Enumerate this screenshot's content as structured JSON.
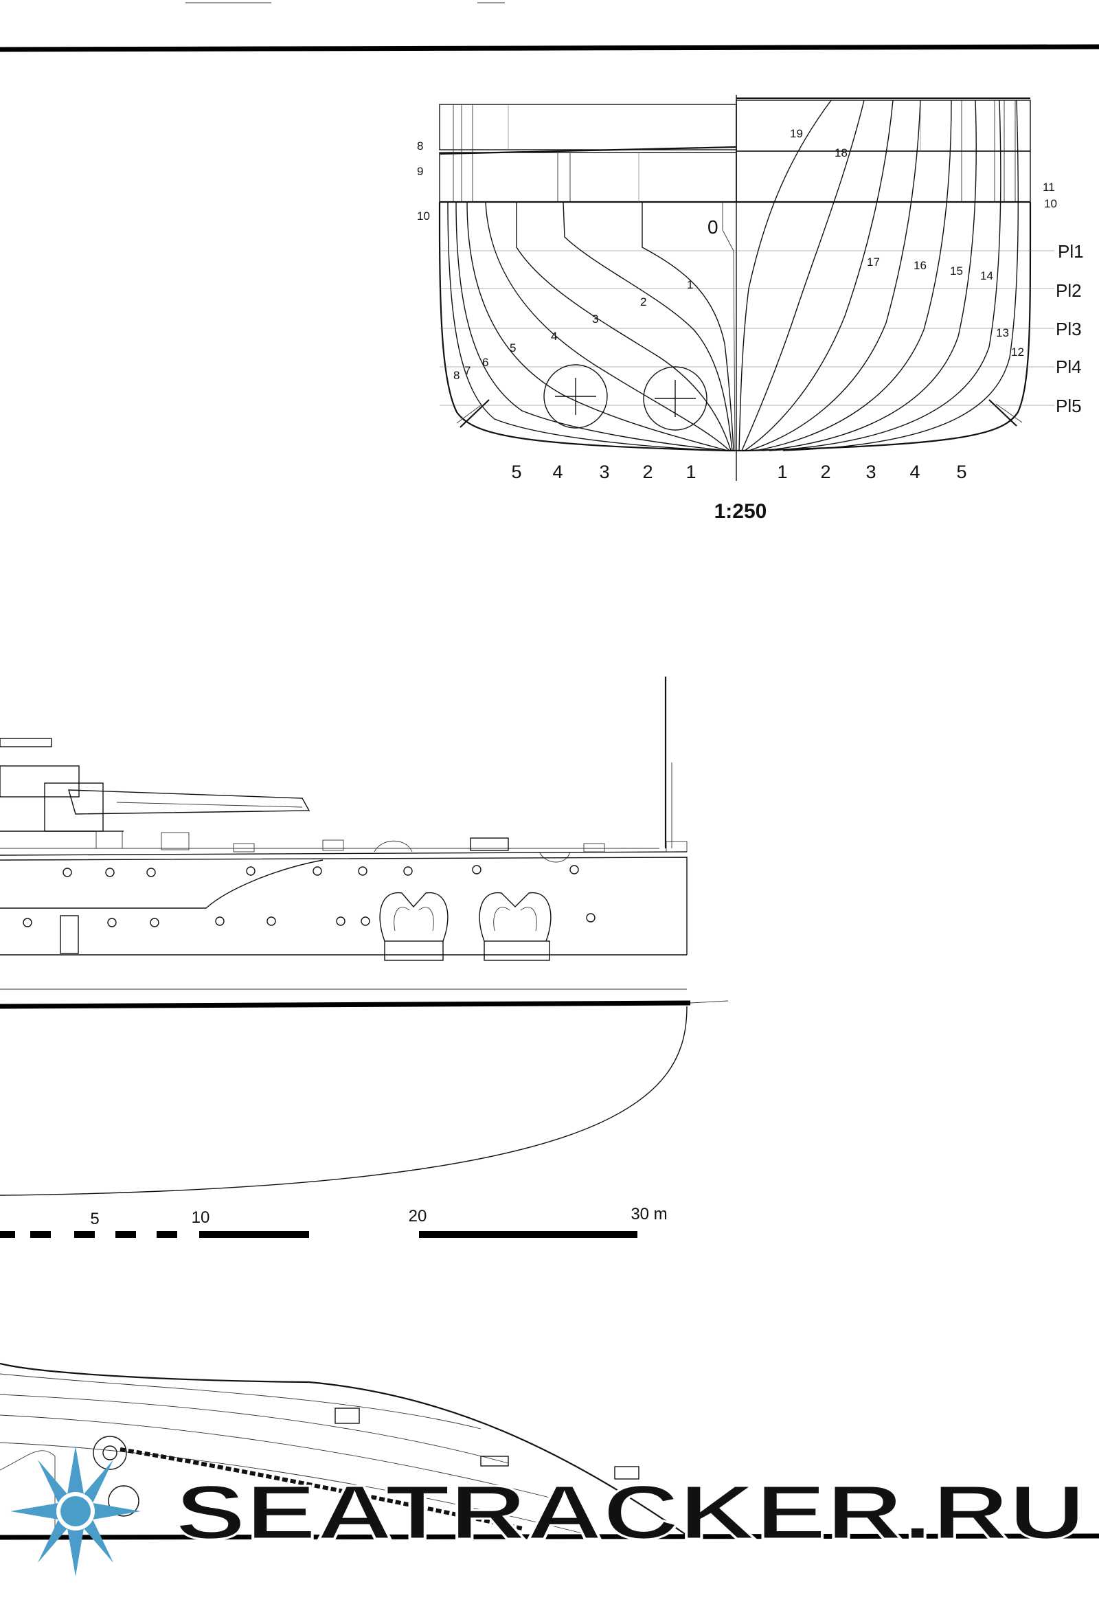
{
  "body_plan": {
    "station_labels_left": [
      "5",
      "4",
      "3",
      "2",
      "1"
    ],
    "station_labels_right": [
      "1",
      "2",
      "3",
      "4",
      "5"
    ],
    "center_label": "0",
    "section_numbers_left": [
      "1",
      "2",
      "3",
      "4",
      "5",
      "6",
      "7",
      "8"
    ],
    "section_numbers_right": [
      "19",
      "18",
      "17",
      "16",
      "15",
      "14",
      "13",
      "12"
    ],
    "top_left_numbers": [
      "8",
      "9",
      "10"
    ],
    "right_edge_numbers": [
      "11",
      "10"
    ],
    "strake_labels": [
      "Pl1",
      "Pl2",
      "Pl3",
      "Pl4",
      "Pl5"
    ],
    "scale": "1:250"
  },
  "scale_bar": {
    "labels": [
      "5",
      "10",
      "20",
      "30 m"
    ]
  },
  "watermark": {
    "text": "SEATRACKER.RU",
    "color": "#4a9cc9"
  },
  "colors": {
    "ink": "#111111",
    "paper": "#ffffff"
  }
}
